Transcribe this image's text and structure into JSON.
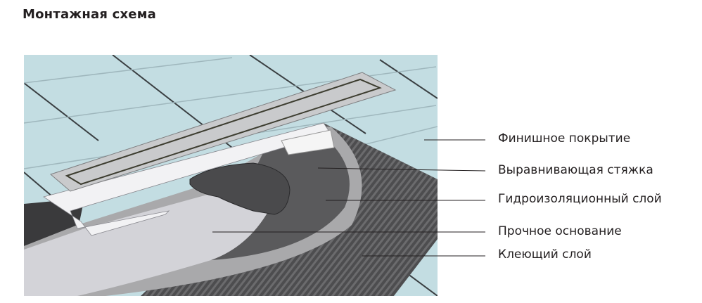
{
  "title": "Монтажная схема",
  "labels": [
    "Финишное покрытие",
    "Выравнивающая стяжка",
    "Гидроизоляционный слой",
    "Прочное основание",
    "Клеющий слой"
  ],
  "colors": {
    "tile": "#c3dde2",
    "grout": "#3a3f42",
    "adhesive": "#4d4d4f",
    "waterproofing": "#a9a9ab",
    "screed": "#5a5a5c",
    "base": "#d3d3d8",
    "steel": "#c9cacc",
    "text": "#231f20"
  }
}
